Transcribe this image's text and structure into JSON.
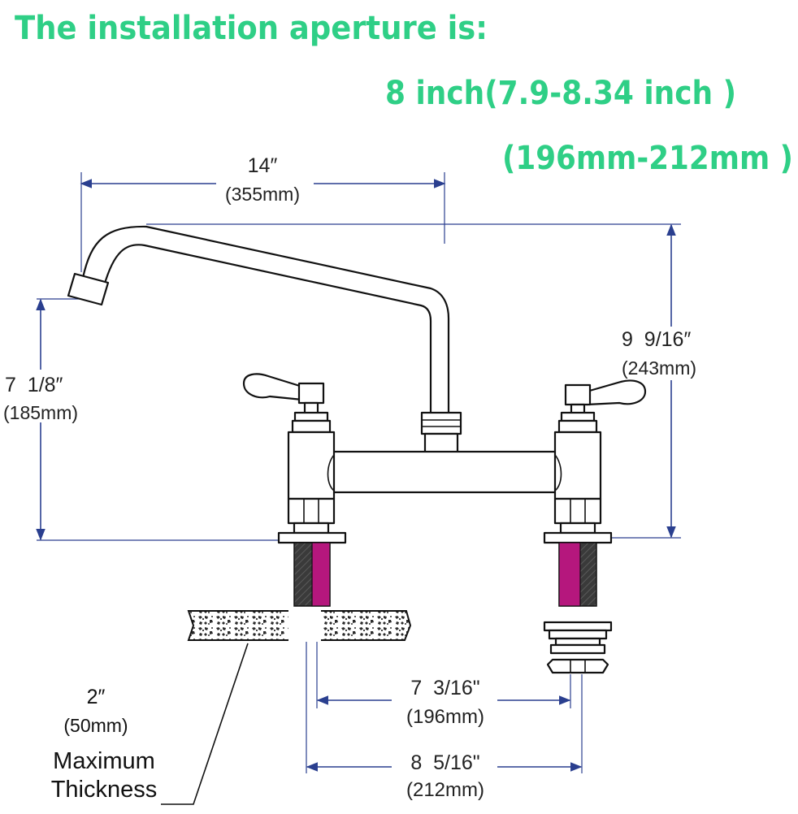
{
  "header": {
    "line1": "The installation aperture is:",
    "line2": "8 inch(7.9-8.34 inch )",
    "line3": "(196mm-212mm )"
  },
  "dimensions": {
    "spout_reach": {
      "imperial": "14″",
      "metric": "(355mm)"
    },
    "spout_height": {
      "imperial": "7  1/8″",
      "metric": "(185mm)"
    },
    "overall_height": {
      "imperial": "9  9/16″",
      "metric": "(243mm)"
    },
    "min_center": {
      "imperial": "7  3/16\"",
      "metric": "(196mm)"
    },
    "max_center": {
      "imperial": "8  5/16\"",
      "metric": "(212mm)"
    }
  },
  "deck_note": {
    "value": "2″",
    "metric": "(50mm)",
    "line1": "Maximum",
    "line2": "Thickness"
  },
  "colors": {
    "header_text": "#2fcf86",
    "dimension_line": "#2a3f8f",
    "shank": "#b5177d"
  }
}
